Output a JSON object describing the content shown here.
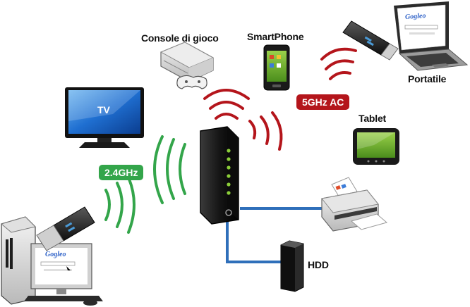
{
  "labels": {
    "console": "Console di gioco",
    "smartphone": "SmartPhone",
    "portatile": "Portatile",
    "tablet": "Tablet",
    "tv": "TV",
    "hdd": "HDD"
  },
  "badges": {
    "band_24": "2.4GHz",
    "band_5": "5GHz AC"
  },
  "screen_logo": "Gogleo",
  "colors": {
    "wifi_green": "#33a54a",
    "wifi_red": "#b4151b",
    "cable_blue": "#2f6fba"
  }
}
